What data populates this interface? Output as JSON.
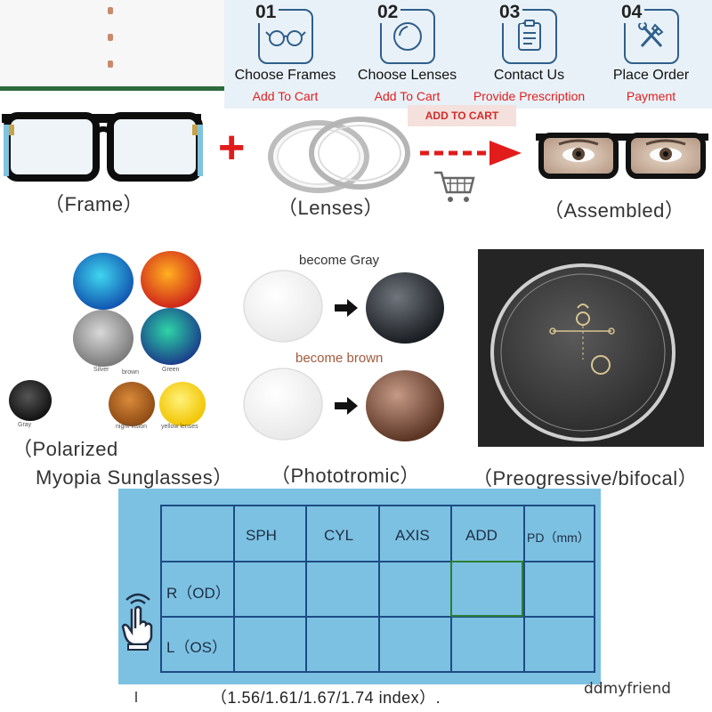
{
  "steps": [
    {
      "num": "01",
      "title": "Choose Frames",
      "sub": "Add To Cart",
      "icon": "glasses-icon"
    },
    {
      "num": "02",
      "title": "Choose Lenses",
      "sub": "Add To Cart",
      "icon": "lens-icon"
    },
    {
      "num": "03",
      "title": "Contact Us",
      "sub": "Provide Prescription",
      "icon": "document-icon"
    },
    {
      "num": "04",
      "title": "Place Order",
      "sub": "Payment",
      "icon": "tools-icon"
    }
  ],
  "assembly": {
    "frame_label": "（Frame）",
    "lenses_label": "（Lenses）",
    "add_to_cart": "ADD TO CART",
    "assembled_label": "（Assembled）"
  },
  "lens_types": {
    "polarized": {
      "label_line1": "（Polarized",
      "label_line2": "Myopia  Sunglasses）",
      "swatches": [
        "Silver",
        "brown",
        "Green",
        "Gray",
        "night vision",
        "yellow lenses"
      ]
    },
    "photochromic": {
      "become_gray": "become Gray",
      "become_brown": "become brown",
      "label": "（Phototromic）"
    },
    "progressive": {
      "label": "（Preogressive/bifocal）"
    }
  },
  "prescription": {
    "headers": [
      "SPH",
      "CYL",
      "AXIS",
      "ADD",
      "PD（mm）"
    ],
    "rows": [
      "R（OD）",
      "L（OS）"
    ]
  },
  "footer": {
    "index": "（1.56/1.61/1.67/1.74  index）.",
    "watermark": "ddmyfriend"
  },
  "colors": {
    "step_border": "#2f5f8a",
    "step_sub": "#e02020",
    "plus": "#e21b1b",
    "rx_panel": "#7cc1e2",
    "rx_lines": "#1d4b84",
    "rx_highlight": "#2f7d34"
  }
}
